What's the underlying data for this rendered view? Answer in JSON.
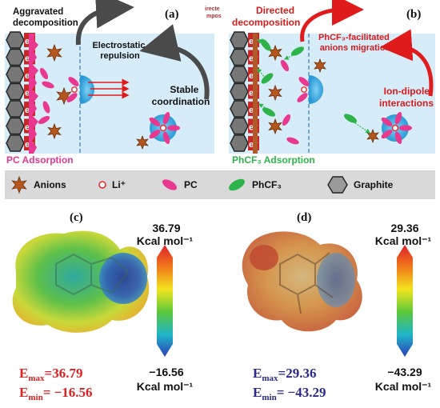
{
  "panel_a": {
    "label": "(a)",
    "title": "Aggravated decomposition",
    "title_lines": [
      "Aggravated",
      "decomposition"
    ],
    "repulsion_lines": [
      "Electrostatic",
      "repulsion"
    ],
    "coordination_lines": [
      "Stable",
      "coordination"
    ],
    "electrode_glyph": "e⁻",
    "caption": "PC Adsorption"
  },
  "panel_b": {
    "label": "(b)",
    "faint_text_lines": [
      "irecte",
      "mpos"
    ],
    "title_lines": [
      "Directed",
      "decomposition"
    ],
    "migration_lines": [
      "PhCF₃-facilitated",
      "anions migration"
    ],
    "dipole_lines": [
      "Ion-dipole",
      "interactions"
    ],
    "electrode_glyph": "e⁻",
    "caption": "PhCF₃ Adsorption"
  },
  "legend": {
    "items": [
      {
        "icon": "anion-star-icon",
        "label": "Anions"
      },
      {
        "icon": "lithium-ion-icon",
        "label": "Li⁺"
      },
      {
        "icon": "pc-molecule-icon",
        "label": "PC"
      },
      {
        "icon": "phcf3-molecule-icon",
        "label": "PhCF₃"
      },
      {
        "icon": "graphite-hexagon-icon",
        "label": "Graphite"
      }
    ]
  },
  "panel_c": {
    "label": "(c)",
    "scale_max": "36.79",
    "scale_min": "−16.56",
    "unit": "Kcal mol⁻¹",
    "emax_label": "E",
    "emax_sub": "max",
    "emax_value": "=36.79",
    "emin_label": "E",
    "emin_sub": "min",
    "emin_value": "= −16.56"
  },
  "panel_d": {
    "label": "(d)",
    "scale_max": "29.36",
    "scale_min": "−43.29",
    "unit": "Kcal mol⁻¹",
    "emax_label": "E",
    "emax_sub": "max",
    "emax_value": "=29.36",
    "emin_label": "E",
    "emin_sub": "min",
    "emin_value": "= −43.29"
  },
  "colors": {
    "electrolyte_bg": "#d6ecf8",
    "electrode": "#555555",
    "pc_pink": "#e8388f",
    "phcf3_green": "#2eb34a",
    "anion_brown": "#b5561c",
    "lithium_blue": "#2aa6e0",
    "arrow_dark": "#4a4a4a",
    "arrow_red": "#e01b1b",
    "caption_pink": "#e8388f",
    "caption_green": "#2eb34a",
    "emax_red": "#e02020",
    "emax_blue": "#2a2a8a",
    "legend_bg": "#d9d9d9"
  }
}
